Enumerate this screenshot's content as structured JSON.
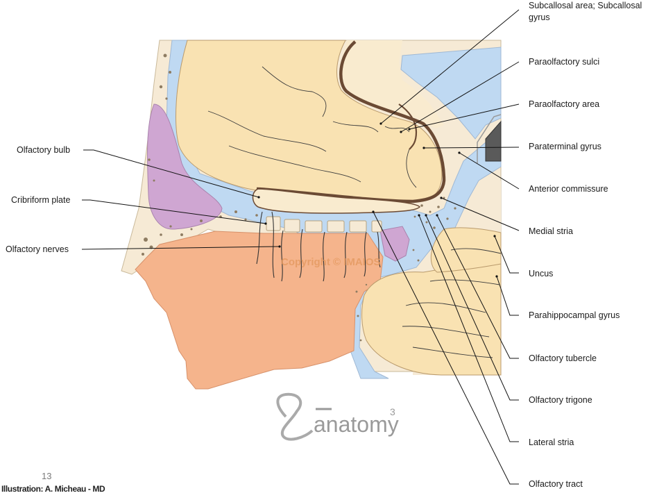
{
  "labels": [
    {
      "id": "subcallosal",
      "lines": [
        "Subcallosal area; Subcallosal",
        "gyrus"
      ],
      "side": "right"
    },
    {
      "id": "paraolfactory-sulci",
      "lines": [
        "Paraolfactory sulci"
      ],
      "side": "right"
    },
    {
      "id": "paraolfactory-area",
      "lines": [
        "Paraolfactory area"
      ],
      "side": "right"
    },
    {
      "id": "paraterminal-gyrus",
      "lines": [
        "Paraterminal gyrus"
      ],
      "side": "right"
    },
    {
      "id": "anterior-commissure",
      "lines": [
        "Anterior commissure"
      ],
      "side": "right"
    },
    {
      "id": "medial-stria",
      "lines": [
        "Medial stria"
      ],
      "side": "right"
    },
    {
      "id": "uncus",
      "lines": [
        "Uncus"
      ],
      "side": "right"
    },
    {
      "id": "parahippocampal-gyrus",
      "lines": [
        "Parahippocampal gyrus"
      ],
      "side": "right"
    },
    {
      "id": "olfactory-tubercle",
      "lines": [
        "Olfactory tubercle"
      ],
      "side": "right"
    },
    {
      "id": "olfactory-trigone",
      "lines": [
        "Olfactory trigone"
      ],
      "side": "right"
    },
    {
      "id": "lateral-stria",
      "lines": [
        "Lateral stria"
      ],
      "side": "right"
    },
    {
      "id": "olfactory-tract",
      "lines": [
        "Olfactory tract"
      ],
      "side": "right"
    },
    {
      "id": "olfactory-bulb",
      "lines": [
        "Olfactory bulb"
      ],
      "side": "left"
    },
    {
      "id": "cribriform-plate",
      "lines": [
        "Cribriform plate"
      ],
      "side": "left"
    },
    {
      "id": "olfactory-nerves",
      "lines": [
        "Olfactory nerves"
      ],
      "side": "left"
    }
  ],
  "watermark": "Copyright © IMAIOS",
  "logo_text": "anatomy",
  "logo_superscript": "3",
  "page_number": "13",
  "credit": "Illustration: A. Micheau - MD",
  "colors": {
    "cortex": "#f9e2b2",
    "csf": "#bfd9f2",
    "bone": "#f6ead5",
    "sinus": "#cfa6d2",
    "nasal": "#f5b48c",
    "dark": "#5a3c2a"
  }
}
